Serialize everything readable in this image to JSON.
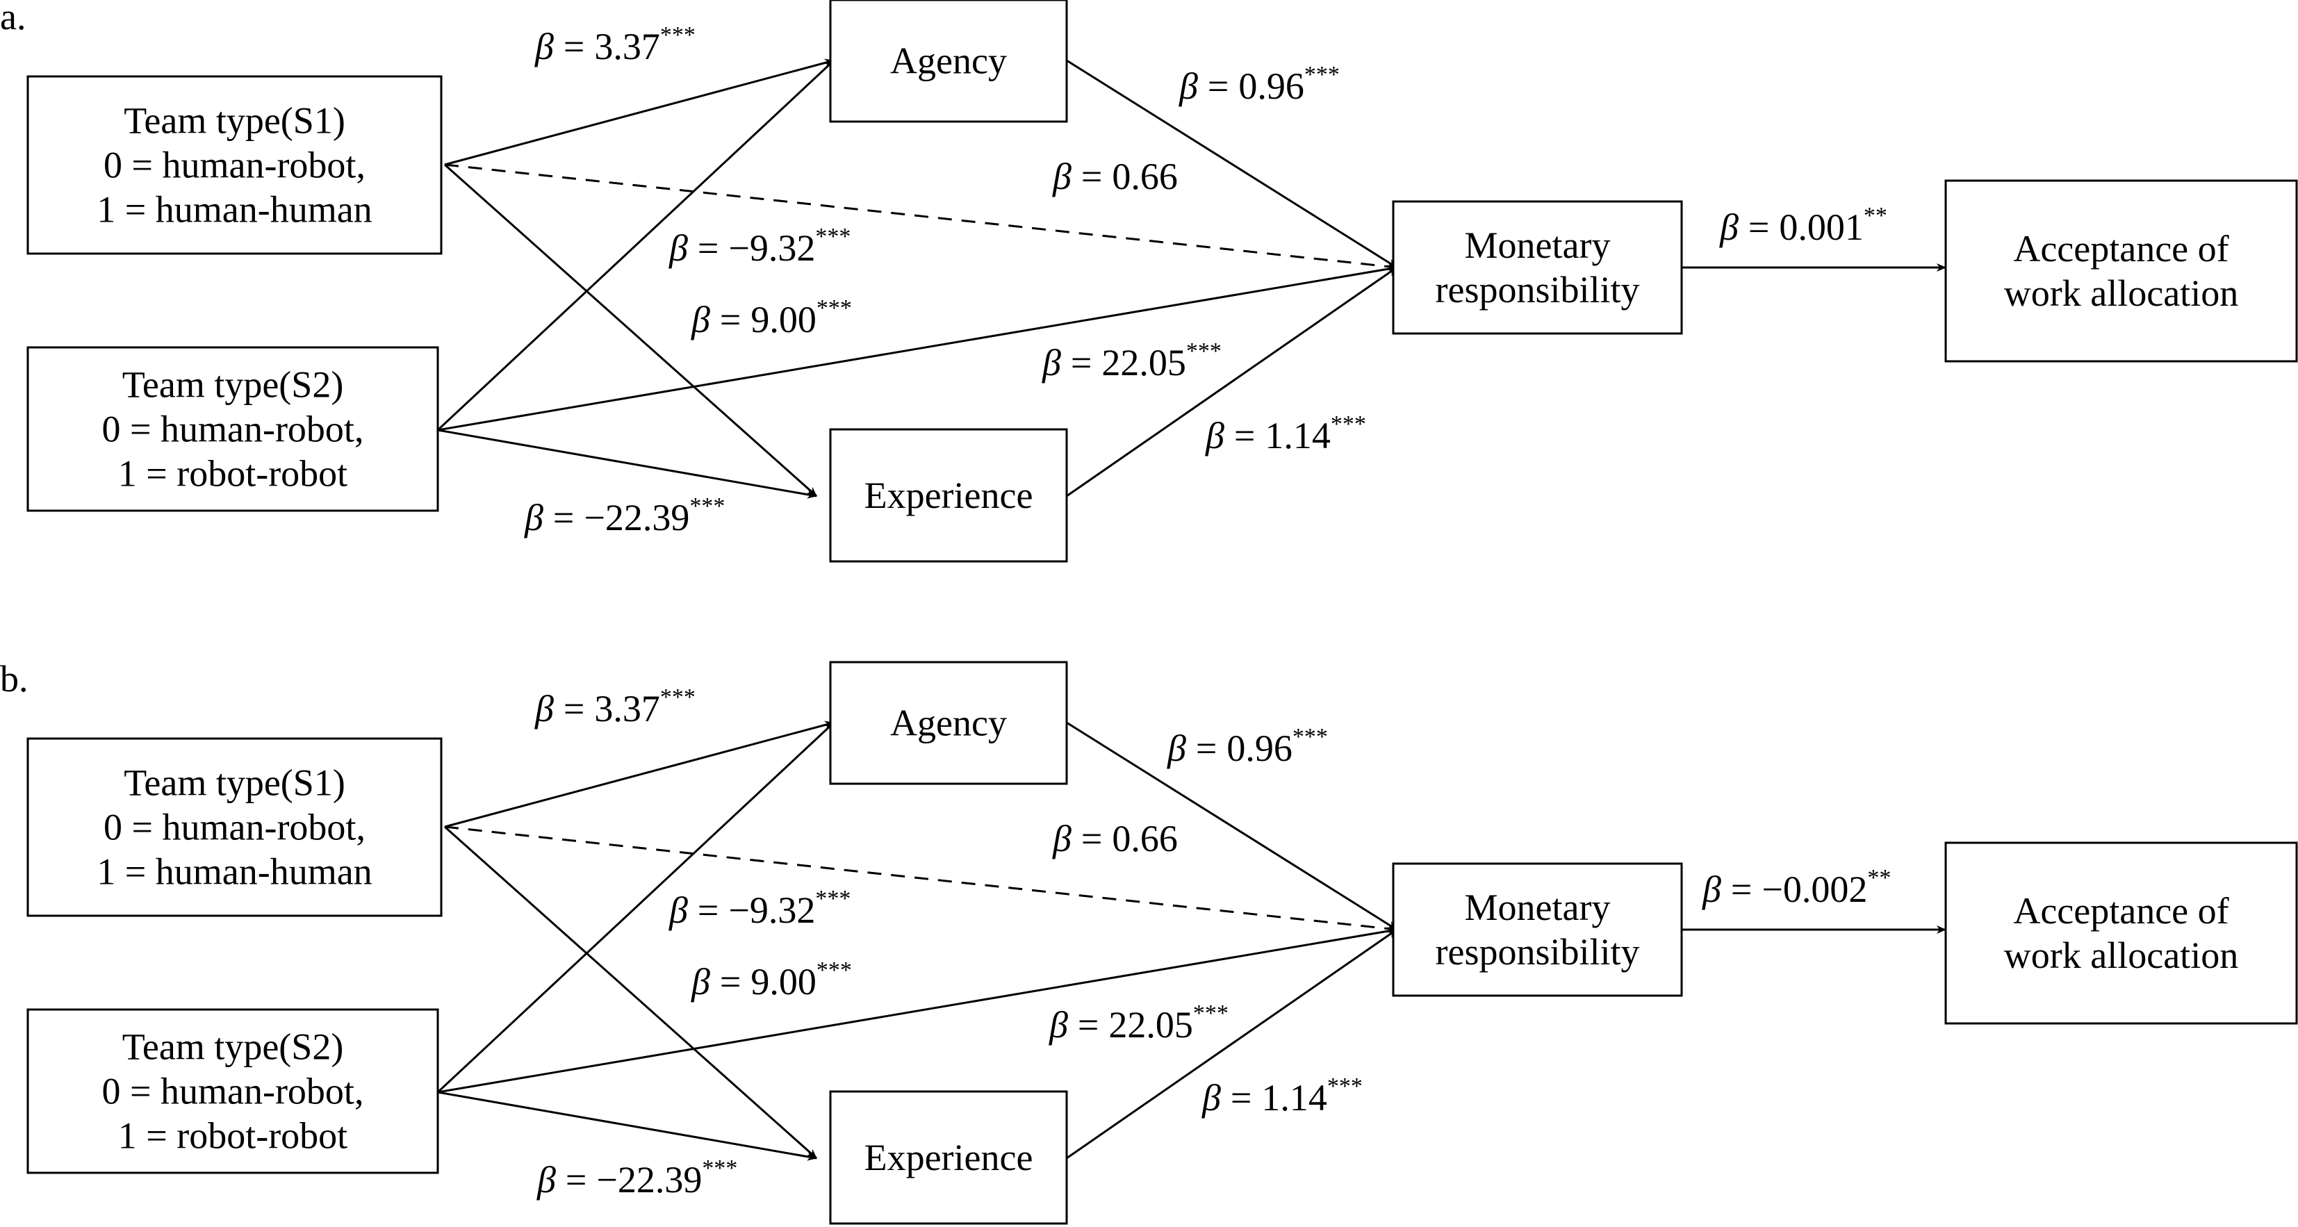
{
  "panels": [
    {
      "label": "a.",
      "nodes": {
        "s1": [
          "Team type(S1)",
          "0 = human-robot,",
          "1 = human-human"
        ],
        "s2": [
          "Team type(S2)",
          "0 = human-robot,",
          "1 = robot-robot"
        ],
        "agency": [
          "Agency"
        ],
        "experience": [
          "Experience"
        ],
        "monetary": [
          "Monetary",
          "responsibility"
        ],
        "acceptance": [
          "Acceptance of",
          "work allocation"
        ]
      },
      "paths": {
        "s1_agency": {
          "beta": "3.37",
          "sig": "***"
        },
        "s1_monetary": {
          "beta": "0.66",
          "sig": ""
        },
        "s1_experience": {
          "beta": "−9.32",
          "sig": "***"
        },
        "s2_agency": {
          "beta": "9.00",
          "sig": "***"
        },
        "s2_monetary": {
          "beta": "22.05",
          "sig": "***"
        },
        "s2_experience": {
          "beta": "−22.39",
          "sig": "***"
        },
        "agency_monetary": {
          "beta": "0.96",
          "sig": "***"
        },
        "experience_monetary": {
          "beta": "1.14",
          "sig": "***"
        },
        "monetary_acceptance": {
          "beta": "0.001",
          "sig": "**"
        }
      }
    },
    {
      "label": "b.",
      "nodes": {
        "s1": [
          "Team type(S1)",
          "0 = human-robot,",
          "1 = human-human"
        ],
        "s2": [
          "Team type(S2)",
          "0 = human-robot,",
          "1 = robot-robot"
        ],
        "agency": [
          "Agency"
        ],
        "experience": [
          "Experience"
        ],
        "monetary": [
          "Monetary",
          "responsibility"
        ],
        "acceptance": [
          "Acceptance of",
          "work allocation"
        ]
      },
      "paths": {
        "s1_agency": {
          "beta": "3.37",
          "sig": "***"
        },
        "s1_monetary": {
          "beta": "0.66",
          "sig": ""
        },
        "s1_experience": {
          "beta": "−9.32",
          "sig": "***"
        },
        "s2_agency": {
          "beta": "9.00",
          "sig": "***"
        },
        "s2_monetary": {
          "beta": "22.05",
          "sig": "***"
        },
        "s2_experience": {
          "beta": "−22.39",
          "sig": "***"
        },
        "agency_monetary": {
          "beta": "0.96",
          "sig": "***"
        },
        "experience_monetary": {
          "beta": "1.14",
          "sig": "***"
        },
        "monetary_acceptance": {
          "beta": "−0.002",
          "sig": "**"
        }
      }
    }
  ],
  "beta_symbol": "β",
  "equals": "="
}
